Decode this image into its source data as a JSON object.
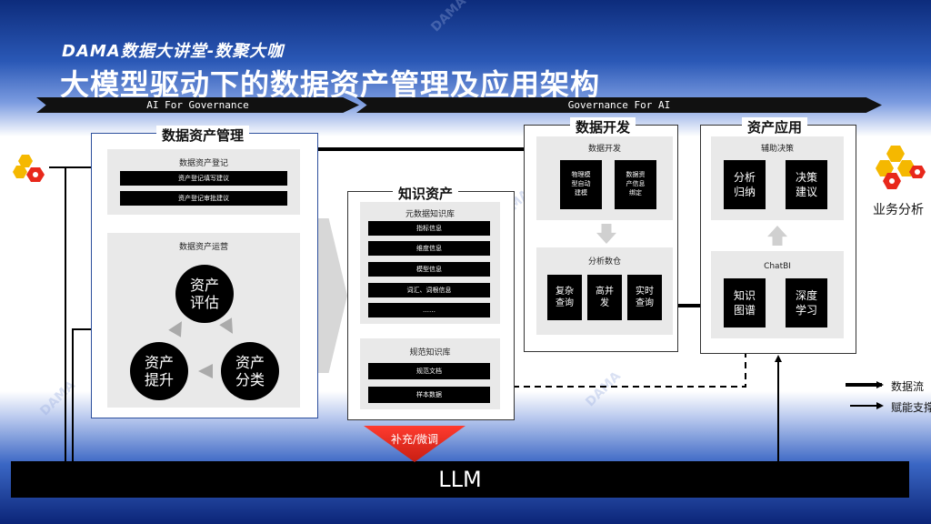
{
  "header": {
    "subtitle": "DAMA数据大讲堂-数聚大咖",
    "title": "大模型驱动下的数据资产管理及应用架构",
    "banner_left": "AI For Governance",
    "banner_right": "Governance For AI"
  },
  "watermark": "DAMA",
  "asset_mgmt": {
    "title": "数据资产管理",
    "registration": {
      "label": "数据资产登记",
      "items": [
        "资产登记填写建议",
        "资产登记审批建议"
      ]
    },
    "operation": {
      "label": "数据资产运营",
      "cycle": [
        "资产\n评估",
        "资产\n分类",
        "资产\n提升"
      ]
    }
  },
  "knowledge": {
    "title": "知识资产",
    "metadata": {
      "label": "元数据知识库",
      "items": [
        "指标信息",
        "维度信息",
        "模型信息",
        "词汇、词根信息",
        "……"
      ]
    },
    "spec": {
      "label": "规范知识库",
      "items": [
        "规范文档",
        "样本数据"
      ]
    }
  },
  "data_dev": {
    "title": "数据开发",
    "dev": {
      "label": "数据开发",
      "items": [
        "物理模\n型自动\n建模",
        "数据资\n产信息\n绑定"
      ]
    },
    "warehouse": {
      "label": "分析数仓",
      "items": [
        "复杂\n查询",
        "高并\n发",
        "实时\n查询"
      ]
    }
  },
  "asset_app": {
    "title": "资产应用",
    "decision": {
      "label": "辅助决策",
      "items": [
        "分析\n归纳",
        "决策\n建议"
      ]
    },
    "chatbi": {
      "label": "ChatBI",
      "items": [
        "知识\n图谱",
        "深度\n学习"
      ]
    }
  },
  "business": {
    "label": "业务分析"
  },
  "llm": {
    "label": "LLM",
    "feedback": "补充/微调"
  },
  "legend": {
    "data_flow": "数据流",
    "enable": "赋能支撑"
  },
  "colors": {
    "accent_red": "#e8281b",
    "logo_yellow": "#f5b800",
    "border_blue": "#2c4f9c"
  },
  "icons": [
    "hexagon-logo-icon"
  ]
}
